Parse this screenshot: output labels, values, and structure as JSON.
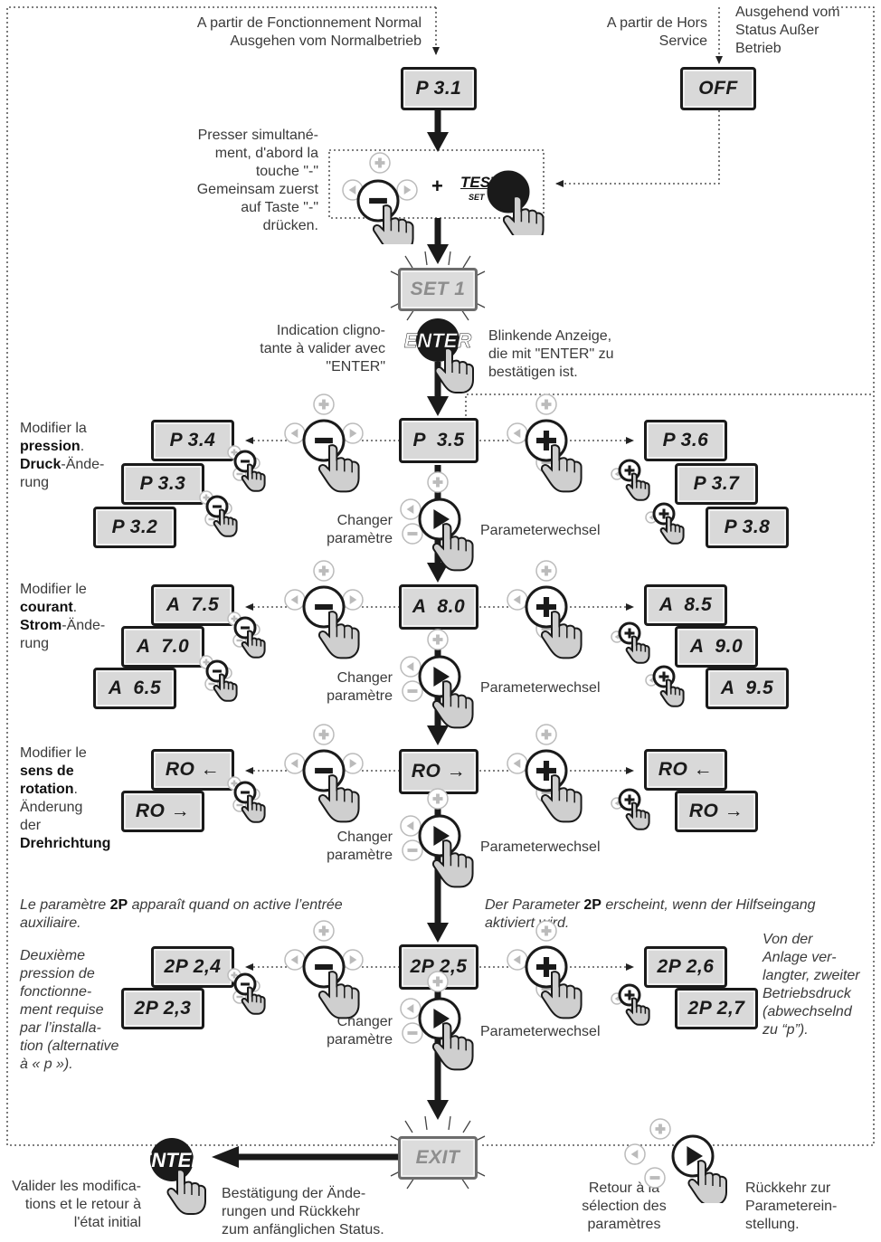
{
  "top": {
    "from_normal_fr": "A partir de Fonctionnement Normal",
    "from_normal_de": "Ausgehen vom Normalbetrieb",
    "from_off_fr_1": "A partir de Hors",
    "from_off_fr_2": "Service",
    "from_off_de_1": "Ausgehend vom",
    "from_off_de_2": "Status Außer",
    "from_off_de_3": "Betrieb"
  },
  "displays": {
    "p31": "P 3.1",
    "off": "OFF",
    "set1": "SET 1",
    "p35": "P  3.5",
    "p34": "P 3.4",
    "p33": "P 3.3",
    "p32": "P 3.2",
    "p36": "P 3.6",
    "p37": "P 3.7",
    "p38": "P 3.8",
    "a80": "A  8.0",
    "a75": "A  7.5",
    "a70": "A  7.0",
    "a65": "A  6.5",
    "a85": "A  8.5",
    "a90": "A  9.0",
    "a95": "A  9.5",
    "ro_right": "RO →",
    "ro_left": "RO ←",
    "p2_25": "2P 2,5",
    "p2_24": "2P 2,4",
    "p2_23": "2P 2,3",
    "p2_26": "2P 2,6",
    "p2_27": "2P 2,7",
    "exit": "EXIT"
  },
  "press": {
    "l1": "Presser simultané-",
    "l2": "ment, d'abord la",
    "l3": "touche \"-\"",
    "l4": "Gemeinsam zuerst",
    "l5": "auf Taste \"-\"",
    "l6": "drücken.",
    "plus": "+",
    "test": "TEST",
    "set": "SET"
  },
  "blink": {
    "fr1": "Indication cligno-",
    "fr2": "tante à valider avec",
    "fr3": "\"ENTER\"",
    "de1": "Blinkende Anzeige,",
    "de2": "die mit \"ENTER\" zu",
    "de3": "bestätigen ist."
  },
  "enter_label": "ENTER",
  "pressure": {
    "l1": "Modifier la",
    "l2b": "pression",
    "l2": ".",
    "l3b": "Druck",
    "l3": "-Ände-",
    "l4": "rung"
  },
  "current": {
    "l1": "Modifier le",
    "l2b": "courant",
    "l2": ".",
    "l3b": "Strom",
    "l3": "-Ände-",
    "l4": "rung"
  },
  "rotation": {
    "l1": "Modifier le",
    "l2b": "sens de",
    "l3b": "rotation",
    "l3": ".",
    "l4": "Änderung",
    "l5": "der",
    "l6b": "Drehrichtung"
  },
  "change_fr_1": "Changer",
  "change_fr_2": "paramètre",
  "change_de": "Parameterwechsel",
  "aux": {
    "fr_a": "Le paramètre ",
    "fr_b": "2P",
    "fr_c": " apparaît quand on active l’entrée",
    "fr_d": "auxiliaire.",
    "de_a": "Der Parameter ",
    "de_b": "2P",
    "de_c": " erscheint, wenn der Hilfseingang",
    "de_d": "aktiviert wird."
  },
  "second_fr": [
    "Deuxième",
    "pression de",
    "fonctionne-",
    "ment requise",
    "par l’installa-",
    "tion (alternative",
    "à « p »)."
  ],
  "second_de": [
    "Von der",
    "Anlage ver-",
    "langter, zweiter",
    "Betriebsdruck",
    "(abwechselnd",
    "zu “p”)."
  ],
  "bottom": {
    "fr": [
      "Valider les modifica-",
      "tions et le retour à",
      "l'état initial"
    ],
    "de": [
      "Bestätigung der Ände-",
      "rungen und Rückkehr",
      "zum anfänglichen Status."
    ],
    "back_fr": [
      "Retour à la",
      "sélection des",
      "paramètres"
    ],
    "back_de": [
      "Rückkehr zur",
      "Parameterein-",
      "stellung."
    ]
  }
}
